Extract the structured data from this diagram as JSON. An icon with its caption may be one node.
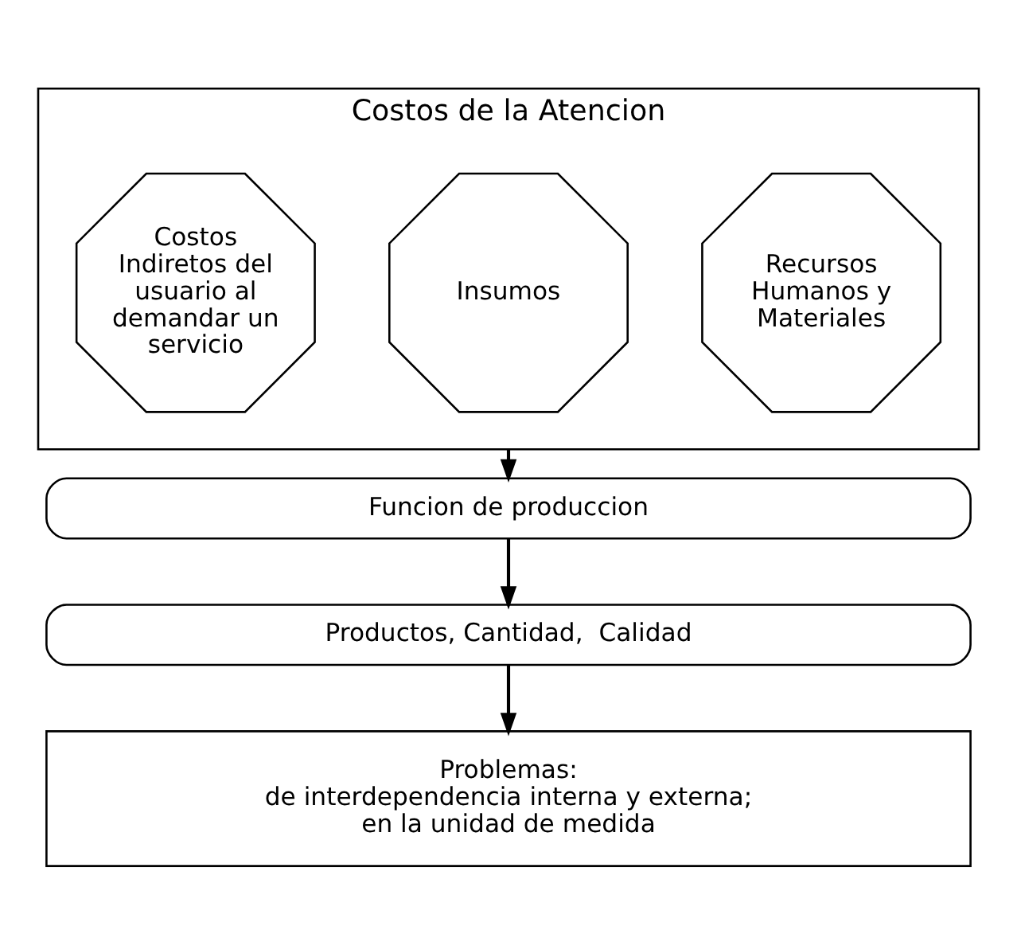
{
  "diagram": {
    "nodes": [
      {
        "text": [
          "Costos de la Atencion"
        ]
      },
      {
        "text": [
          "Recursos Humanos y Materiales"
        ],
        "in": 0
      },
      {
        "text": [
          "Insumos"
        ],
        "in": 0
      },
      {
        "text": [
          "Costos Indiretos del usuario al demandar un servicio"
        ],
        "in": 0
      },
      {
        "text": [
          "Funcion de produccion"
        ]
      },
      {
        "text": [
          "Productos, Cantidad,  Calidad"
        ]
      },
      {
        "text": [
          "Problemas:",
          "de interdependencia interna y externa; en la unidad de medida"
        ]
      }
    ],
    "edges": [
      {
        "from": 0,
        "to": 4,
        "arrow": "to"
      },
      {
        "from": 4,
        "to": 5,
        "arrow": "to"
      },
      {
        "from": 5,
        "to": 6,
        "arrow": "to"
      }
    ]
  }
}
